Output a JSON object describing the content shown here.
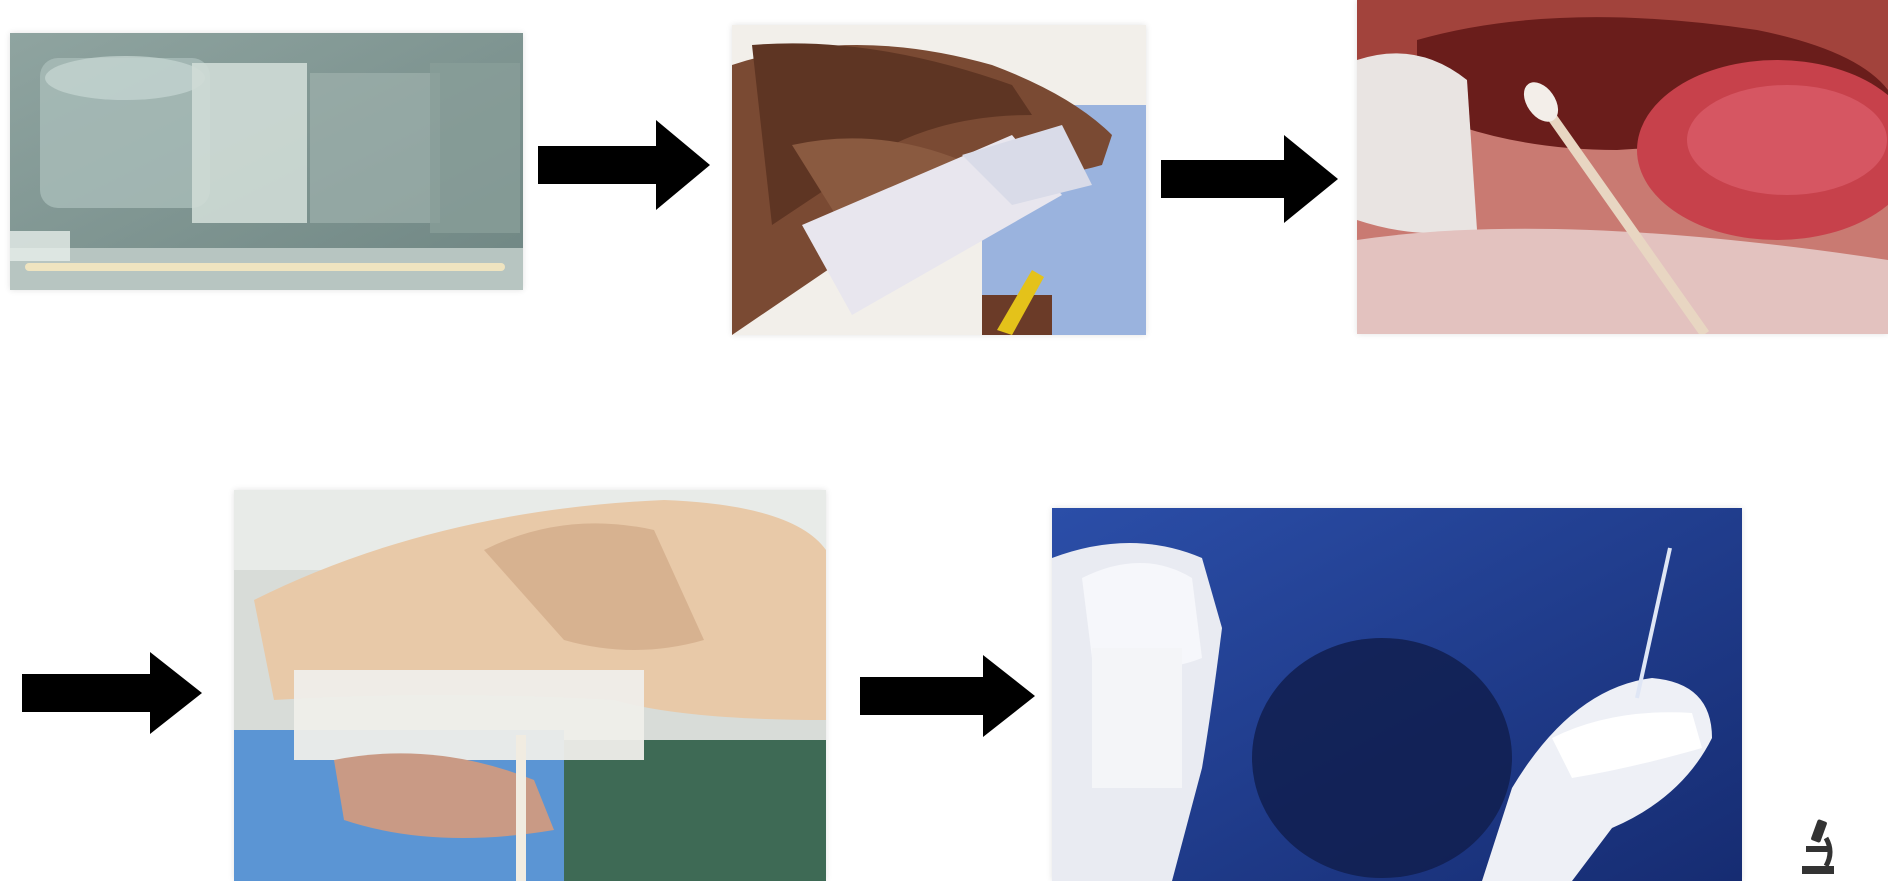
{
  "diagram": {
    "type": "process-flow",
    "steps": [
      {
        "id": "step-1",
        "icon": "slide-and-swab-photo"
      },
      {
        "id": "step-2",
        "icon": "labeling-slide-photo"
      },
      {
        "id": "step-3",
        "icon": "oral-swab-collection-photo"
      },
      {
        "id": "step-4",
        "icon": "smearing-slide-photo"
      },
      {
        "id": "step-5",
        "icon": "gloved-hands-swab-photo"
      }
    ],
    "connector_icon": "arrow-right-icon",
    "corner_icon": "microscope-icon",
    "colors": {
      "arrow": "#000000",
      "background": "#ffffff",
      "step5_backdrop": "#1f3d8f"
    }
  }
}
